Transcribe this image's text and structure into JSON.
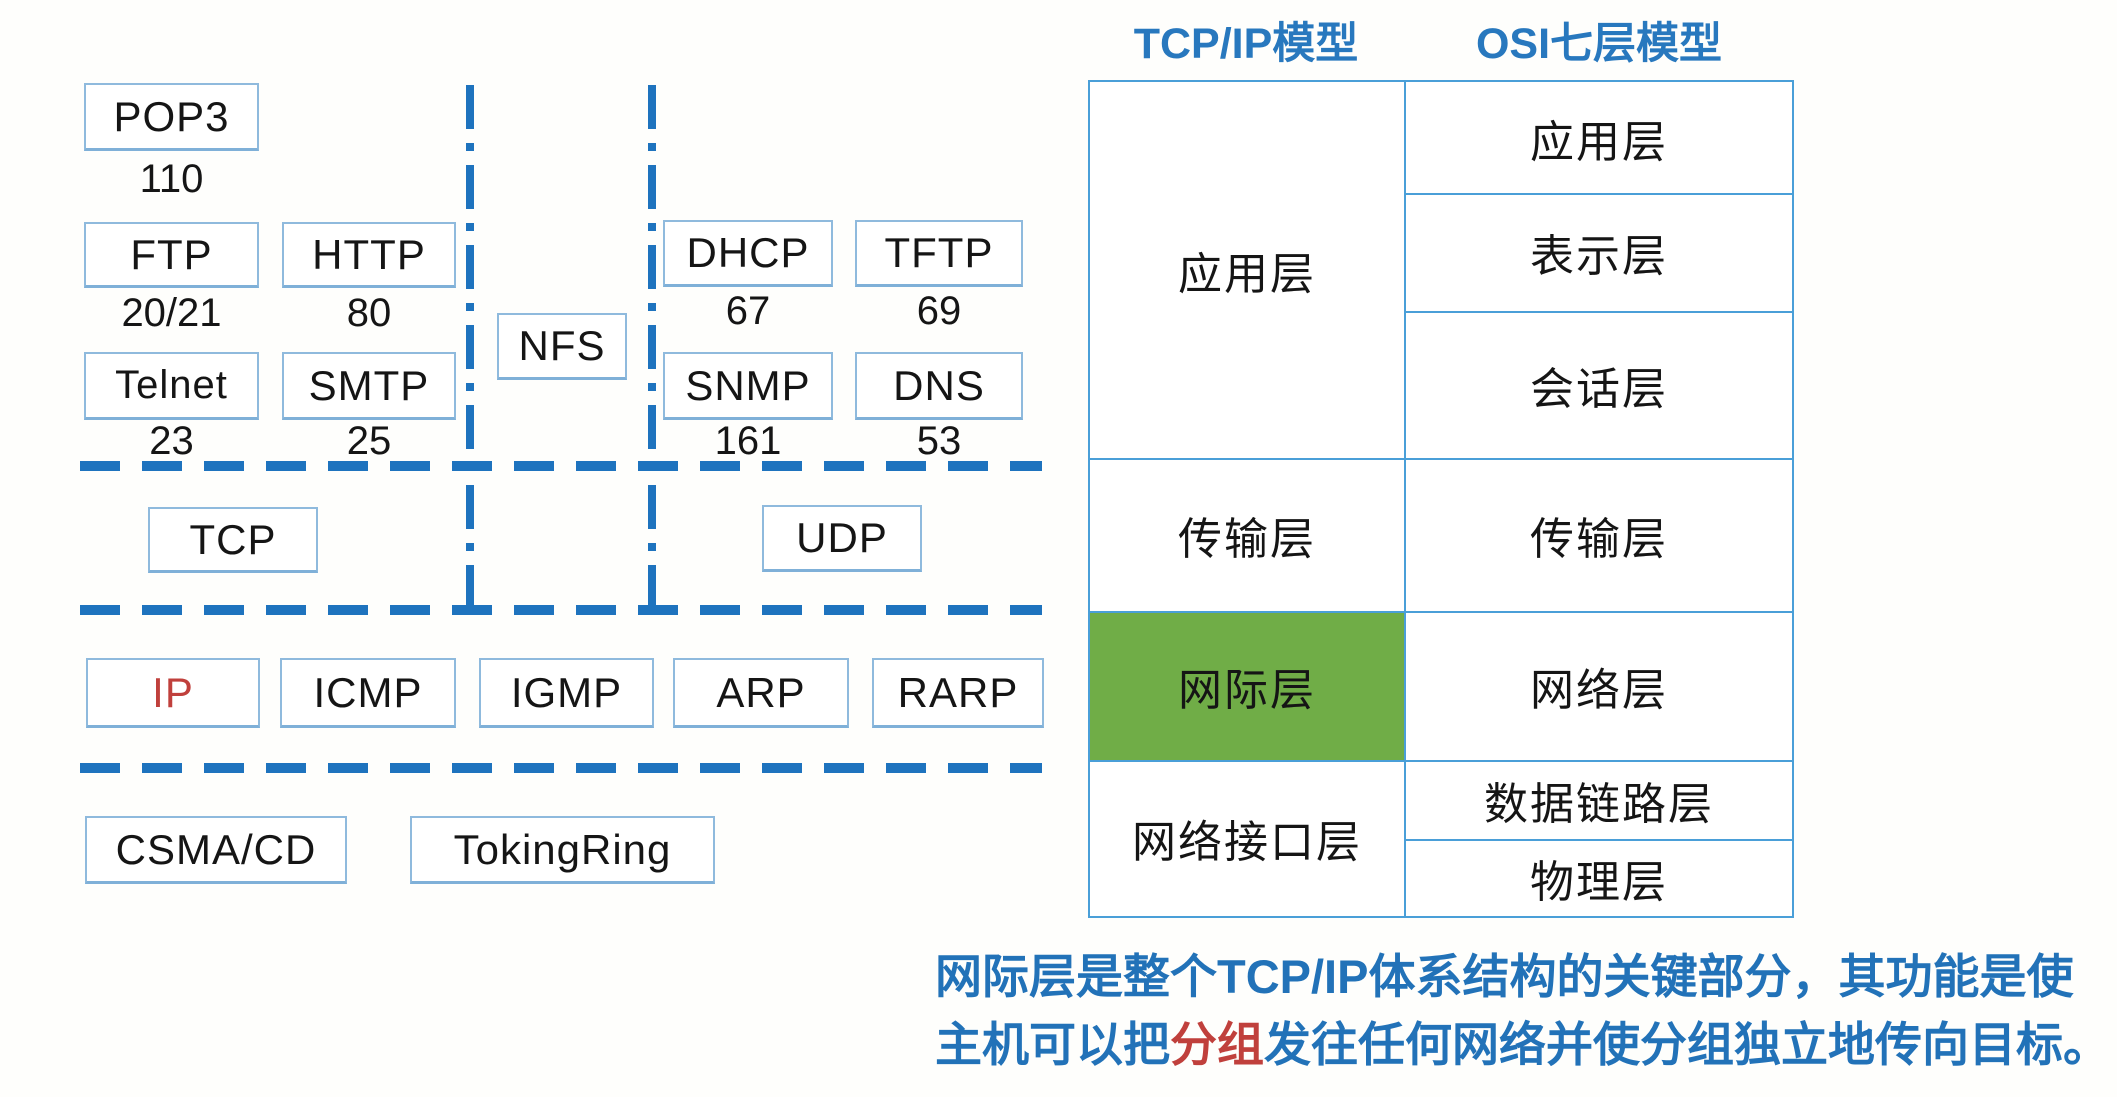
{
  "colors": {
    "blue-line": "#1e73be",
    "box-border": "#8fbadd",
    "table-border": "#4a9fd8",
    "header-blue": "#2878be",
    "caption-blue": "#2272b8",
    "red": "#c0403c",
    "green": "#70ad47",
    "ink": "#151515"
  },
  "boxes": {
    "pop3": {
      "label": "POP3",
      "port": "110"
    },
    "ftp": {
      "label": "FTP",
      "port": "20/21"
    },
    "http": {
      "label": "HTTP",
      "port": "80"
    },
    "telnet": {
      "label": "Telnet",
      "port": "23"
    },
    "smtp": {
      "label": "SMTP",
      "port": "25"
    },
    "nfs": {
      "label": "NFS"
    },
    "dhcp": {
      "label": "DHCP",
      "port": "67"
    },
    "tftp": {
      "label": "TFTP",
      "port": "69"
    },
    "snmp": {
      "label": "SNMP",
      "port": "161"
    },
    "dns": {
      "label": "DNS",
      "port": "53"
    },
    "tcp": {
      "label": "TCP"
    },
    "udp": {
      "label": "UDP"
    },
    "ip": {
      "label": "IP"
    },
    "icmp": {
      "label": "ICMP"
    },
    "igmp": {
      "label": "IGMP"
    },
    "arp": {
      "label": "ARP"
    },
    "rarp": {
      "label": "RARP"
    },
    "csmacd": {
      "label": "CSMA/CD"
    },
    "tokingring": {
      "label": "TokingRing"
    }
  },
  "table": {
    "headers": {
      "tcpip": "TCP/IP模型",
      "osi": "OSI七层模型"
    },
    "tcpip_rows": [
      {
        "label": "应用层",
        "highlight": false
      },
      {
        "label": "传输层",
        "highlight": false
      },
      {
        "label": "网际层",
        "highlight": true,
        "highlight_color": "#70ad47"
      },
      {
        "label": "网络接口层",
        "highlight": false
      }
    ],
    "osi_rows": [
      "应用层",
      "表示层",
      "会话层",
      "传输层",
      "网络层",
      "数据链路层",
      "物理层"
    ]
  },
  "caption": {
    "line1": "网际层是整个TCP/IP体系结构的关键部分，其功能是使",
    "line2_pre": "主机可以把",
    "line2_red": "分组",
    "line2_post": "发往任何网络并使分组独立地传向目标。"
  }
}
